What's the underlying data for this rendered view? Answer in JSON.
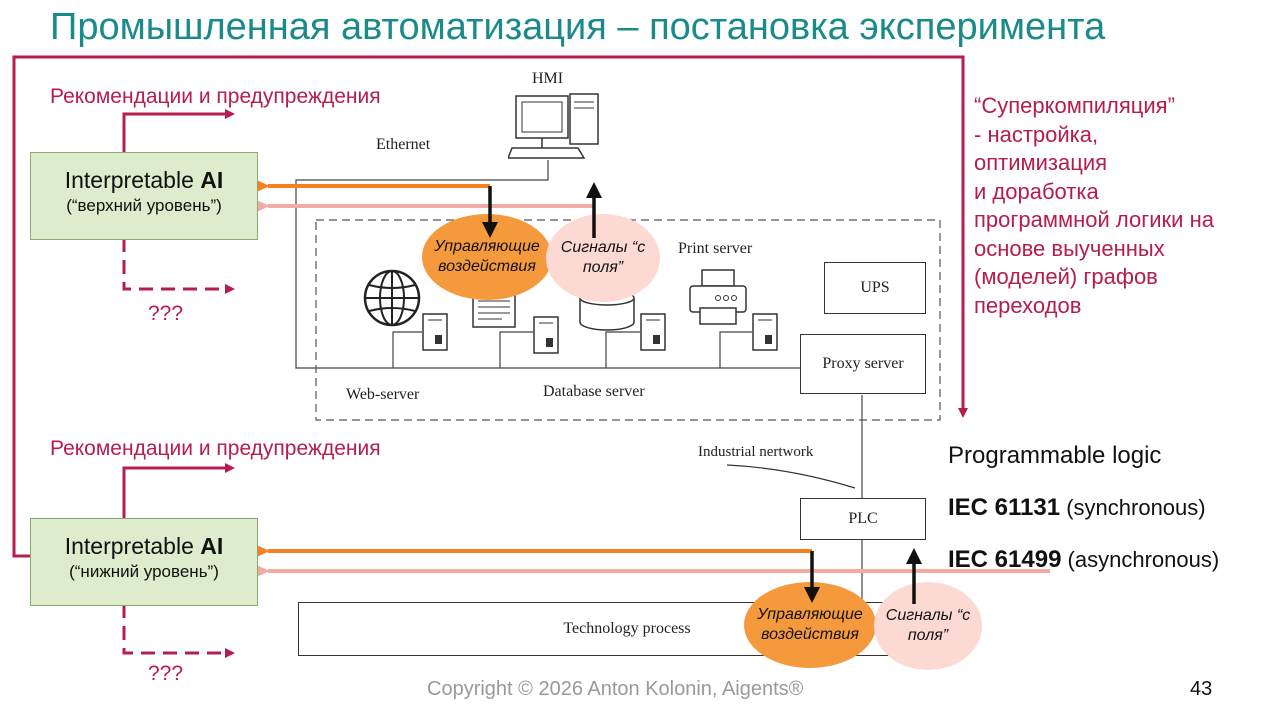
{
  "title": "Промышленная автоматизация – постановка эксперимента",
  "top_ai": {
    "recommendations": "Рекомендации и предупреждения",
    "box_main": "Interpretable ",
    "box_bold": "AI",
    "box_sub": "(“верхний уровень”)",
    "unknown": "???"
  },
  "bottom_ai": {
    "recommendations": "Рекомендации и предупреждения",
    "box_main": "Interpretable ",
    "box_bold": "AI",
    "box_sub": "(“нижний уровень”)",
    "unknown": "???"
  },
  "network": {
    "hmi": "HMI",
    "ethernet": "Ethernet",
    "print_server": "Print server",
    "ups": "UPS",
    "proxy_server": "Proxy server",
    "web_server": "Web-server",
    "database_server": "Database server",
    "industrial_network": "Industrial nertwork",
    "plc": "PLC",
    "technology_process": "Technology process"
  },
  "ellipses": {
    "top_control": "Управляющие воздействия",
    "top_signals": "Сигналы “с поля”",
    "bottom_control": "Управляющие воздействия",
    "bottom_signals": "Сигналы “с поля”"
  },
  "supercompilation": {
    "lines": [
      "“Суперкомпиляция”",
      "- настройка,",
      "оптимизация",
      "и доработка",
      "программной логики на",
      "основе выученных",
      "(моделей) графов",
      "переходов"
    ]
  },
  "programmable_logic": {
    "heading": "Programmable logic",
    "iec1_bold": "IEC 61131",
    "iec1_note": " (synchronous)",
    "iec2_bold": "IEC 61499",
    "iec2_note": " (asynchronous)"
  },
  "footer": {
    "copyright": "Copyright © 2026 Anton Kolonin, Aigents®",
    "page": "43"
  },
  "colors": {
    "title": "#1a8a8a",
    "crimson": "#b51d4a",
    "orange": "#f58220",
    "pink_arrow": "#f4aaa4",
    "ai_box": "#dceccc"
  }
}
